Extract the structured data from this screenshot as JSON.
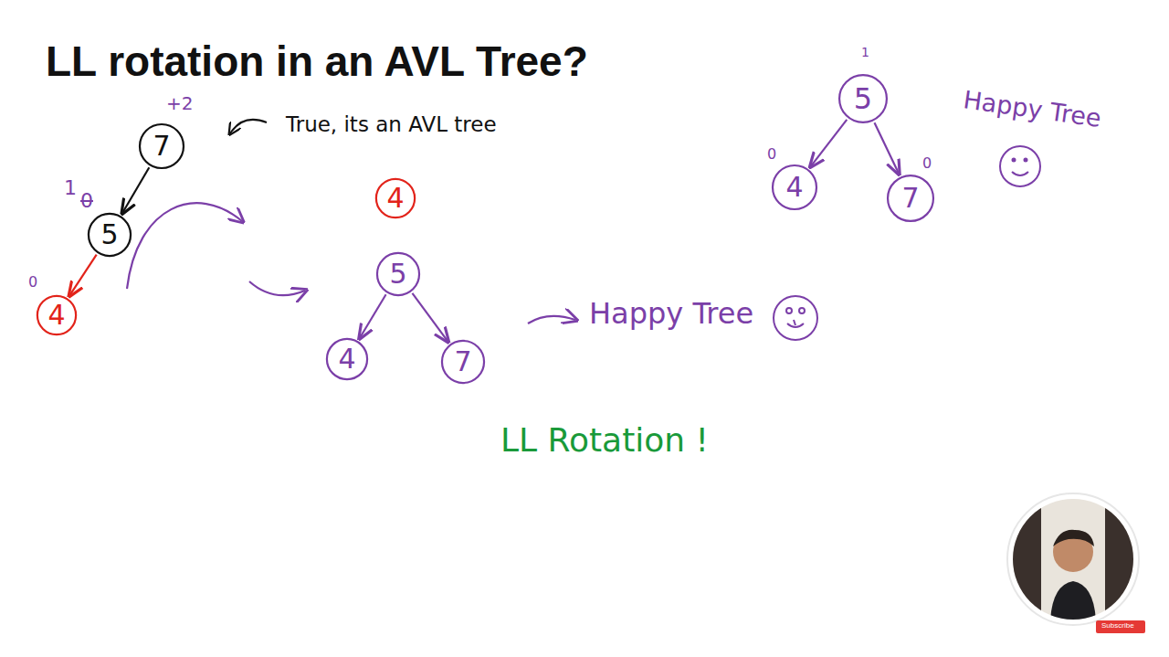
{
  "diagram": {
    "title": "LL rotation in an AVL Tree?",
    "nodes": [
      {
        "text": [
          "7"
        ]
      },
      {
        "text": [
          "5"
        ]
      },
      {
        "text": [
          "4"
        ]
      },
      {
        "text": [
          "4"
        ]
      },
      {
        "text": [
          "5"
        ]
      },
      {
        "text": [
          "4"
        ]
      },
      {
        "text": [
          "7"
        ]
      },
      {
        "text": [
          "5"
        ]
      },
      {
        "text": [
          "4"
        ]
      },
      {
        "text": [
          "7"
        ]
      }
    ],
    "edges": [
      {
        "from": 0,
        "to": 1,
        "arrow": "to"
      },
      {
        "from": 1,
        "to": 2,
        "arrow": "to"
      },
      {
        "from": 4,
        "to": 5,
        "arrow": "to"
      },
      {
        "from": 4,
        "to": 6,
        "arrow": "to"
      },
      {
        "from": 7,
        "to": 8,
        "arrow": "to"
      },
      {
        "from": 7,
        "to": 9,
        "arrow": "to"
      }
    ],
    "labels": [
      "+2",
      "True, its an AVL tree",
      "1",
      "0",
      "0",
      "Happy Tree",
      "LL Rotation !",
      "1",
      "0",
      "0",
      "Happy Tree",
      "Subscribe"
    ]
  }
}
